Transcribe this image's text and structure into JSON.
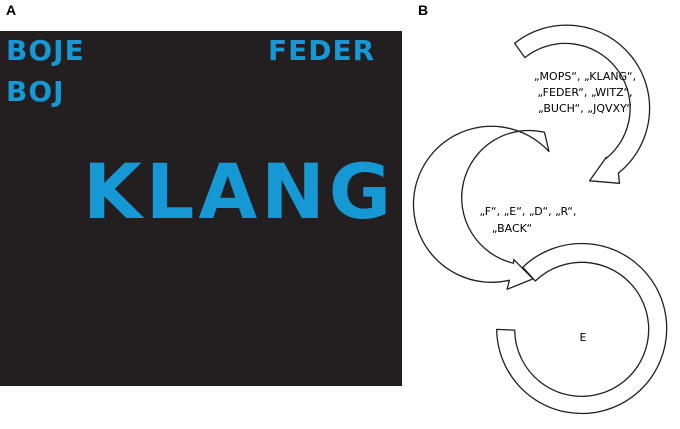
{
  "panels": {
    "a": {
      "letter": "A"
    },
    "b": {
      "letter": "B"
    }
  },
  "screen": {
    "background": "#231f20",
    "text_color": "#1598d3",
    "words": {
      "boje": "BOJE",
      "boj": "BOJ",
      "feder": "FEDER",
      "klang": "KLANG"
    }
  },
  "loops": {
    "top": {
      "line1": "„MOPS“, „KLANG“,",
      "line2": "„FEDER“, „WITZ“,",
      "line3": "„BUCH“, „JQVXY“"
    },
    "middle": {
      "line1": "„F“, „E“, „D“, „R“,",
      "line2": "„BACK“"
    },
    "bottom": {
      "line1": "E"
    }
  }
}
